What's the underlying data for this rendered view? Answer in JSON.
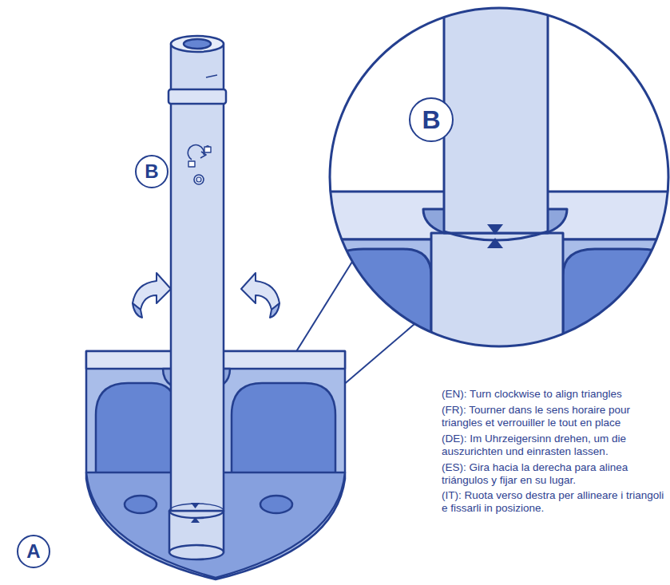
{
  "diagram": {
    "nodes": [
      {
        "text": [
          "B"
        ]
      },
      {
        "text": [
          "B"
        ]
      },
      {
        "text": [
          "A"
        ]
      }
    ],
    "labels": [
      "(EN): Turn clockwise to align triangles",
      "(FR): Tourner dans le sens horaire pour triangles et verrouiller le tout en place",
      "(DE): Im Uhrzeigersinn drehen, um die auszurichten und einrasten lassen.",
      "(ES): Gira hacia la derecha para alinea triángulos y fijar en su lugar.",
      "(IT): Ruota verso destra per allineare i triangoli e fissarli in posizione."
    ]
  }
}
